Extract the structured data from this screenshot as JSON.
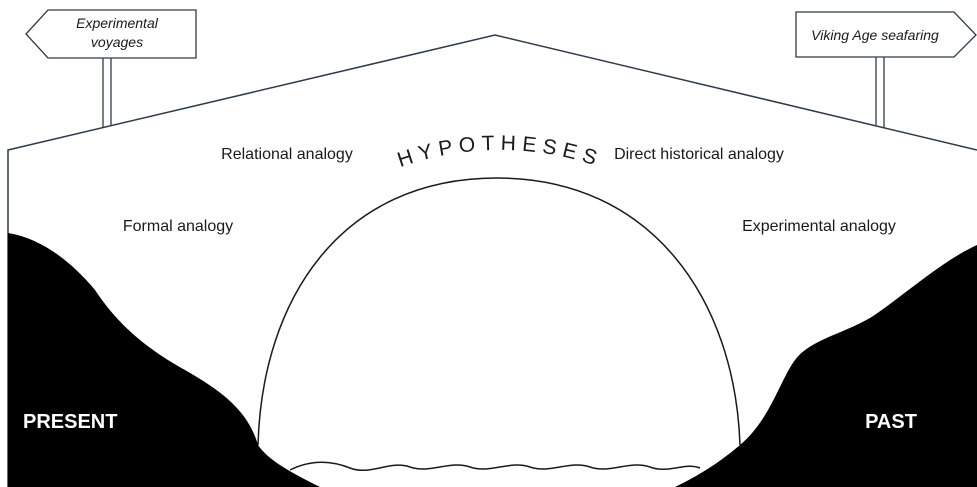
{
  "signs": {
    "left_line1": "Experimental",
    "left_line2": "voyages",
    "right": "Viking Age seafaring"
  },
  "analogies": {
    "relational": "Relational analogy",
    "formal": "Formal analogy",
    "direct_historical": "Direct historical analogy",
    "experimental": "Experimental analogy"
  },
  "arch": {
    "label": "HYPOTHESES"
  },
  "banks": {
    "left": "PRESENT",
    "right": "PAST"
  },
  "colors": {
    "line": "#2e3c4a",
    "bank": "#000000",
    "background": "#ffffff"
  }
}
